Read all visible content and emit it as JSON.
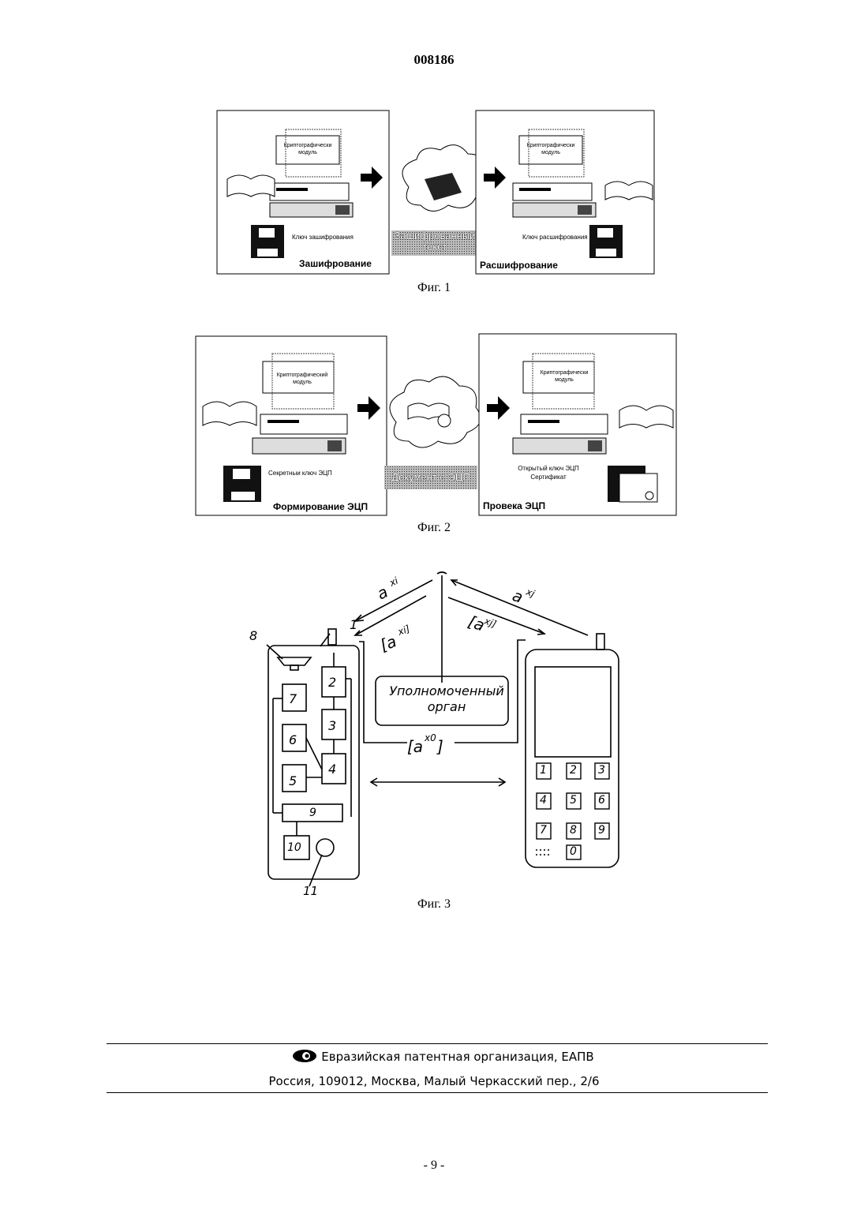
{
  "header": {
    "doc_number": "008186"
  },
  "figure1": {
    "caption": "Фиг. 1",
    "left_panel": {
      "module": "Криптографически\nмодуль",
      "key_label": "Ключ зашифрования",
      "title": "Зашифрование"
    },
    "middle_label": "Зашифрованный\nтекст",
    "right_panel": {
      "module": "Криптографически\nмодуль",
      "key_label": "Ключ расшифрования",
      "title": "Расшифрование"
    }
  },
  "figure2": {
    "caption": "Фиг. 2",
    "left_panel": {
      "module": "Криптографический\nмодуль",
      "key_label": "Секретныи ключ ЭЦП",
      "title": "Формирование ЭЦП"
    },
    "middle_label": "Документ с ЭЦП",
    "right_panel": {
      "module": "Криптографически\nмодуль",
      "key_label": "Открытый ключ ЭЦП\nСертификат",
      "title": "Провека ЭЦП"
    }
  },
  "figure3": {
    "caption": "Фиг. 3",
    "authority_label": "Уполномоченный\nорган",
    "block_numbers": [
      "1",
      "2",
      "3",
      "4",
      "5",
      "6",
      "7",
      "8",
      "9",
      "10",
      "11"
    ],
    "keypad": [
      "1",
      "2",
      "3",
      "4",
      "5",
      "6",
      "7",
      "8",
      "9",
      "0"
    ]
  },
  "footer": {
    "line1": "Евразийская патентная организация, ЕАПВ",
    "line2": "Россия, 109012, Москва, Малый Черкасский пер., 2/6",
    "page_number": "- 9 -"
  }
}
